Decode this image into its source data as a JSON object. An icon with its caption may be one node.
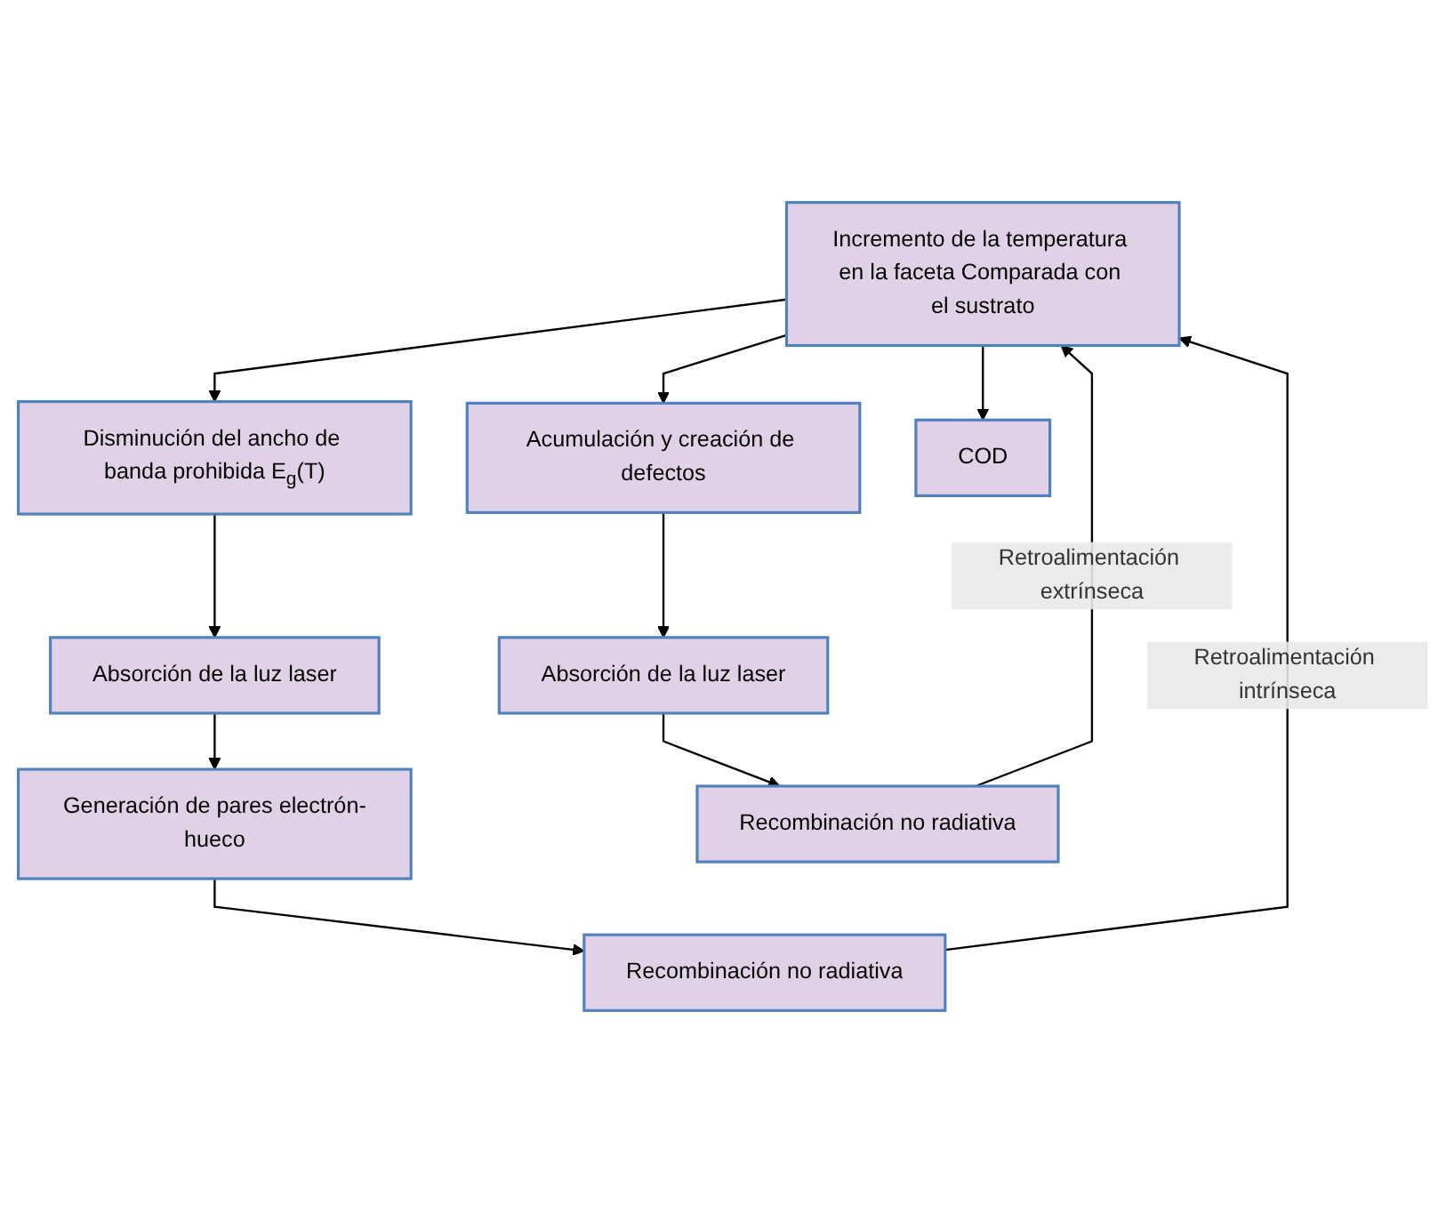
{
  "diagram": {
    "nodes": [
      {
        "text": [
          "Incremento de la temperatura en la faceta Comparada con el sustrato"
        ]
      },
      {
        "text": [
          "Disminución del ancho de banda prohibida E$_{g}$(T)"
        ]
      },
      {
        "text": [
          "Absorción de la luz laser"
        ]
      },
      {
        "text": [
          "Generación de pares electrón-hueco"
        ]
      },
      {
        "text": [
          "Recombinación no radiativa"
        ]
      },
      {
        "text": [
          "Acumulación y creación de defectos"
        ]
      },
      {
        "text": [
          "Absorción de la luz laser"
        ]
      },
      {
        "text": [
          "Recombinación no radiativa"
        ]
      },
      {
        "text": [
          "COD"
        ]
      }
    ],
    "edges": [
      {
        "from": 0,
        "to": 1,
        "arrow": "to"
      },
      {
        "from": 1,
        "to": 2,
        "arrow": "to"
      },
      {
        "from": 2,
        "to": 3,
        "arrow": "to"
      },
      {
        "from": 3,
        "to": 4,
        "arrow": "to"
      },
      {
        "from": 4,
        "to": 0,
        "arrow": "to",
        "label": "Retroalimentación intrínseca"
      },
      {
        "from": 0,
        "to": 5,
        "arrow": "to"
      },
      {
        "from": 5,
        "to": 6,
        "arrow": "to"
      },
      {
        "from": 6,
        "to": 7,
        "arrow": "to"
      },
      {
        "from": 7,
        "to": 0,
        "arrow": "to",
        "label": "Retroalimentación extrínseca"
      },
      {
        "from": 0,
        "to": 8,
        "arrow": "to"
      }
    ]
  }
}
